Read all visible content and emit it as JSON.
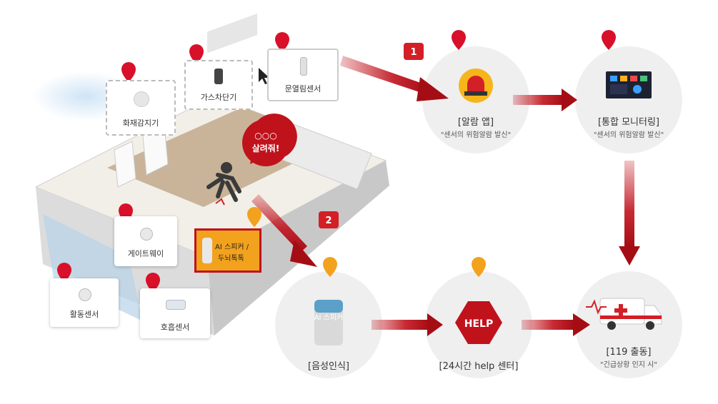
{
  "devices": {
    "fire": "화재감지기",
    "gas": "가스차단기",
    "door": "문열림센서",
    "gateway": "게이트웨이",
    "speaker_line1": "AI 스피커 /",
    "speaker_line2": "두뇌톡톡",
    "activity": "활동센서",
    "breath": "호흡센서"
  },
  "callout": {
    "line1": "○○○",
    "line2": "살려줘!"
  },
  "steps": {
    "one": "1",
    "two": "2"
  },
  "nodes": {
    "alarm": {
      "title": "[알람 앱]",
      "sub": "\"센서의 위험알람 발신\""
    },
    "monitor": {
      "title": "[통합 모니터링]",
      "sub": "\"센서의 위험알람 발신\""
    },
    "voice": {
      "title": "[음성인식]",
      "device_label": "AI 스피커"
    },
    "help": {
      "title": "[24시간 help 센터]",
      "hex_label": "HELP"
    },
    "rescue": {
      "title": "[119 출동]",
      "sub": "\"긴급상황 인지 시\""
    }
  },
  "colors": {
    "arrow": "#c0121b",
    "badge": "#d31f26",
    "pin_red": "#d8102a",
    "pin_orange": "#f3a21d",
    "circle": "#efefef"
  }
}
